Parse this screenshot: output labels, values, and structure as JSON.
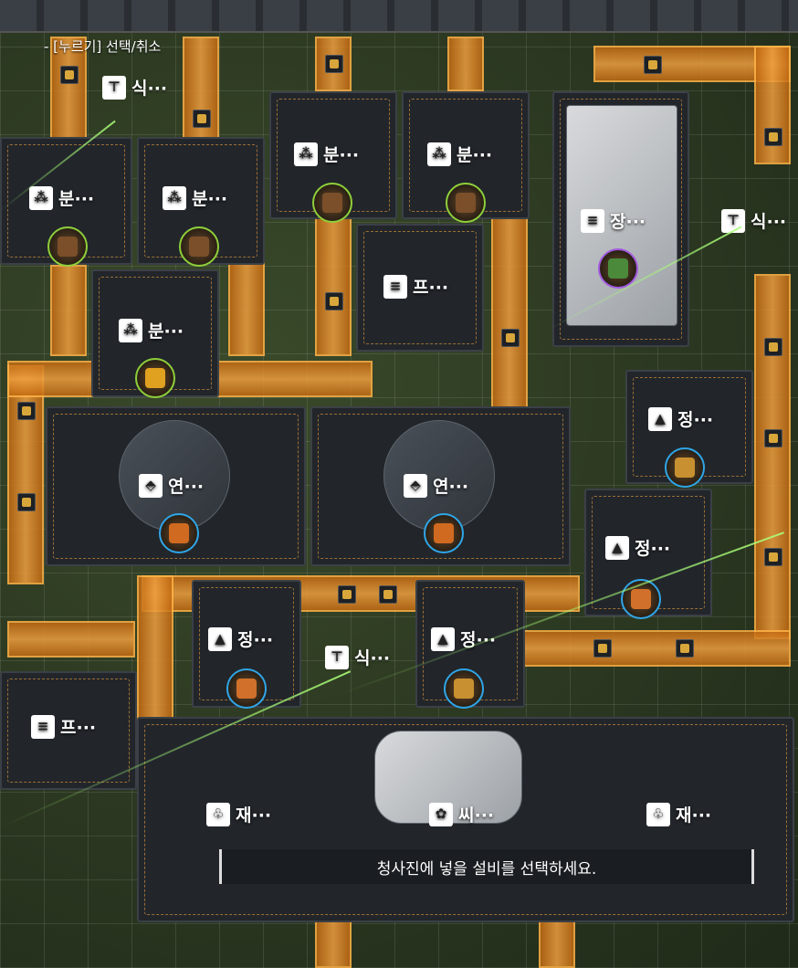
{
  "hint": {
    "text": "- [누르기] 선택/취소"
  },
  "status_toast": {
    "text": "청사진에 넣을 설비를 선택하세요."
  },
  "facilities": [
    {
      "name": "식···",
      "icon": "planter-icon"
    },
    {
      "name": "분···",
      "icon": "crusher-icon"
    },
    {
      "name": "분···",
      "icon": "crusher-icon"
    },
    {
      "name": "분···",
      "icon": "crusher-icon"
    },
    {
      "name": "분···",
      "icon": "crusher-icon"
    },
    {
      "name": "분···",
      "icon": "crusher-icon"
    },
    {
      "name": "장···",
      "icon": "storage-icon"
    },
    {
      "name": "식···",
      "icon": "planter-icon"
    },
    {
      "name": "프···",
      "icon": "protocol-icon"
    },
    {
      "name": "정···",
      "icon": "refinery-icon"
    },
    {
      "name": "연···",
      "icon": "grinder-icon"
    },
    {
      "name": "연···",
      "icon": "grinder-icon"
    },
    {
      "name": "정···",
      "icon": "refinery-icon"
    },
    {
      "name": "정···",
      "icon": "refinery-icon"
    },
    {
      "name": "식···",
      "icon": "planter-icon"
    },
    {
      "name": "정···",
      "icon": "refinery-icon"
    },
    {
      "name": "프···",
      "icon": "protocol-icon"
    },
    {
      "name": "재···",
      "icon": "cultivator-icon"
    },
    {
      "name": "씨···",
      "icon": "seed-icon"
    },
    {
      "name": "재···",
      "icon": "cultivator-icon"
    }
  ],
  "colors": {
    "belt": "#f0a040",
    "ring_green": "#8fcf3a",
    "ring_blue": "#2fa6e8",
    "ring_purple": "#a35ae0",
    "laser": "#aaff78"
  }
}
